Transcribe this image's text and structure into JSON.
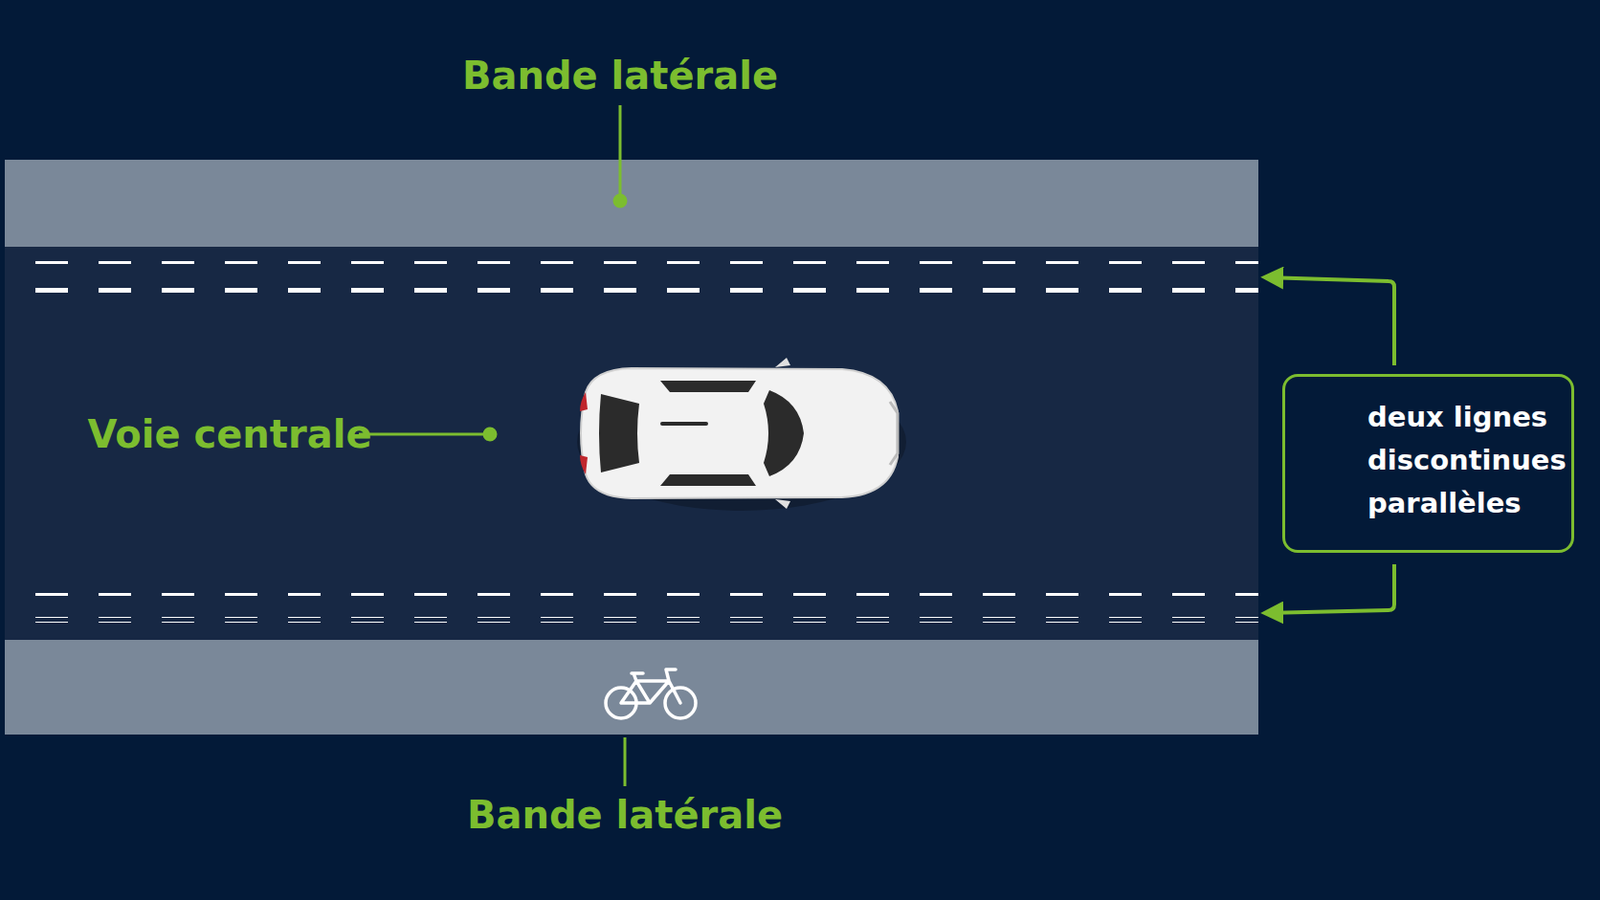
{
  "diagram": {
    "nodes": [
      {
        "text": [
          "deux lignes discontinues parallèles"
        ]
      }
    ],
    "labels": [
      "Bande latérale",
      "Voie centrale",
      "Bande latérale"
    ]
  }
}
